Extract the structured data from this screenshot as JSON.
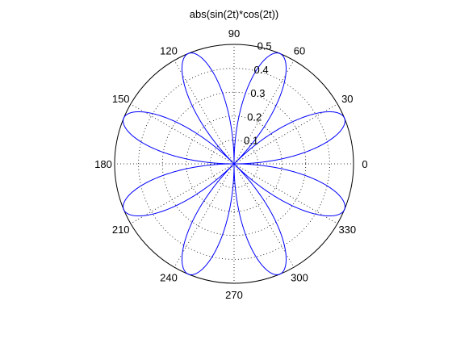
{
  "chart_data": {
    "type": "polar",
    "title": "abs(sin(2t)*cos(2t))",
    "function": "abs(sin(2t)*cos(2t))",
    "r_max": 0.5,
    "r_ticks": [
      0.1,
      0.2,
      0.3,
      0.4,
      0.5
    ],
    "r_tick_labels": [
      "0.1",
      "0.2",
      "0.3",
      "0.4",
      "0.5"
    ],
    "angle_ticks_deg": [
      0,
      30,
      60,
      90,
      120,
      150,
      180,
      210,
      240,
      270,
      300,
      330
    ],
    "angle_tick_labels": [
      "0",
      "30",
      "60",
      "90",
      "120",
      "150",
      "180",
      "210",
      "240",
      "270",
      "300",
      "330"
    ],
    "grid": true,
    "theta_range_deg": [
      0,
      360
    ],
    "series": [
      {
        "color": "#0000ff"
      }
    ]
  }
}
